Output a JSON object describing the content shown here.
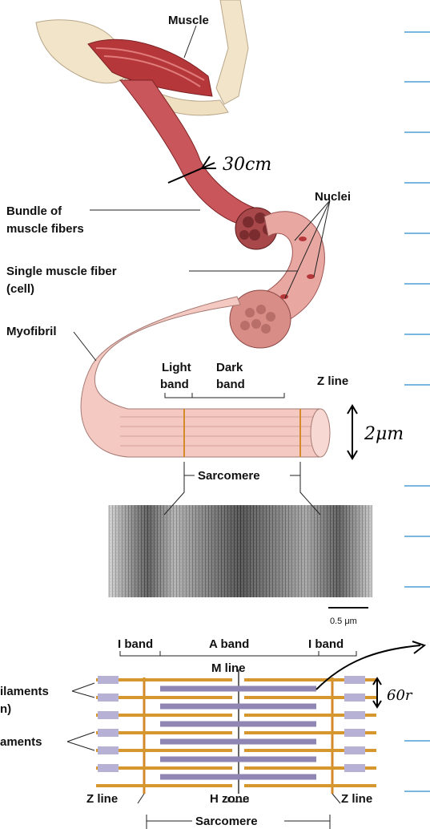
{
  "labels": {
    "muscle": "Muscle",
    "bundle_line1": "Bundle of",
    "bundle_line2": "muscle fibers",
    "nuclei": "Nuclei",
    "single_line1": "Single muscle fiber",
    "single_line2": "(cell)",
    "myofibril": "Myofibril",
    "light_line1": "Light",
    "light_line2": "band",
    "dark_line1": "Dark",
    "dark_line2": "band",
    "z_line_top": "Z line",
    "sarcomere_top": "Sarcomere",
    "scale_bar": "0.5 μm",
    "i_band_left": "I band",
    "a_band": "A band",
    "i_band_right": "I band",
    "m_line": "M line",
    "thick_filaments_partial_line1": "ilaments",
    "thick_filaments_partial_line2": "n)",
    "thin_filaments_partial": "aments",
    "z_line_left": "Z line",
    "h_zone": "H zone",
    "z_line_right": "Z line",
    "sarcomere_bottom": "Sarcomere"
  },
  "handwritten": {
    "fiber_size": "30cm",
    "myofibril_size": "2μm",
    "filament_size": "60r"
  },
  "colors": {
    "muscle_red": "#b5373a",
    "fiber_pink": "#e9a7a2",
    "myofibril_pink": "#f3c9c2",
    "band_orange": "#d58a2a",
    "thick_filament": "#8f86b3",
    "thin_filament": "#d6972e",
    "ruler_blue": "#4f9fd6"
  }
}
